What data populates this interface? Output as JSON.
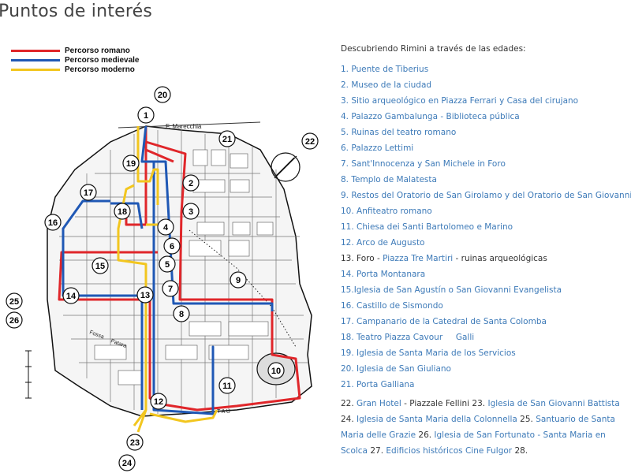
{
  "page": {
    "title": "Puntos de interés"
  },
  "legend": {
    "items": [
      {
        "label": "Percorso romano",
        "color": "#e0262a"
      },
      {
        "label": "Percorso medievale",
        "color": "#1f58b5"
      },
      {
        "label": "Percorso moderno",
        "color": "#f2c61f"
      }
    ]
  },
  "map": {
    "river_label": "F. Marecchia",
    "moat_label_1": "Fossa",
    "moat_label_2": "Patara",
    "bottom_label": "T A U",
    "markers": [
      "1",
      "2",
      "3",
      "4",
      "5",
      "6",
      "7",
      "8",
      "9",
      "10",
      "11",
      "12",
      "13",
      "14",
      "15",
      "16",
      "17",
      "18",
      "19",
      "20",
      "21",
      "22",
      "23",
      "24",
      "25",
      "26"
    ]
  },
  "intro": "Descubriendo Rimini a través de las edades:",
  "pois": [
    {
      "num": "1.",
      "label": "Puente de Tiberius"
    },
    {
      "num": "2.",
      "label": "Museo de la ciudad"
    },
    {
      "num": "3.",
      "label": "Sitio arqueológico en Piazza Ferrari y Casa del cirujano"
    },
    {
      "num": "4.",
      "label": "Palazzo Gambalunga - Biblioteca pública"
    },
    {
      "num": "5.",
      "label": "Ruinas del teatro romano"
    },
    {
      "num": "6.",
      "label": "Palazzo Lettimi"
    },
    {
      "num": "7.",
      "label": "Sant'Innocenza y San Michele in Foro"
    },
    {
      "num": "8.",
      "label": "Templo de Malatesta"
    },
    {
      "num": "9.",
      "label": "Restos del Oratorio de San Girolamo y del Oratorio de San Giovannino"
    },
    {
      "num": "10.",
      "label": " Anfiteatro romano"
    },
    {
      "num": "11.",
      "label": "Chiesa dei Santi Bartolomeo e Marino"
    },
    {
      "num": "12.",
      "label": "Arco de Augusto"
    },
    {
      "num": "13. Foro - ",
      "label": "Piazza Tre Martiri",
      "after": " - ruinas arqueológicas"
    },
    {
      "num": "14.",
      "label": "Porta Montanara"
    },
    {
      "num": "15.",
      "label": "Iglesia de San Agustín o San Giovanni Evangelista"
    },
    {
      "num": "16.",
      "label": "Castillo de Sismondo"
    },
    {
      "num": "17.",
      "label": "Campanario de la Catedral de Santa Colomba"
    },
    {
      "num": "18.",
      "label": "Teatro Piazza Cavour     Galli"
    },
    {
      "num": "19.",
      "label": "Iglesia de Santa Maria de los Servicios"
    },
    {
      "num": "20.",
      "label": "Iglesia de San Giuliano"
    },
    {
      "num": "21.",
      "label": "Porta Galliana"
    }
  ],
  "tail": {
    "p22_num": "22. ",
    "p22_link": "Gran Hotel",
    "p22_text": " - Piazzale Fellini 23. ",
    "p23_link": "Iglesia de San Giovanni Battista",
    "p24_num": " 24. ",
    "p24_link": "Iglesia de Santa Maria della Colonnella",
    "p25_num": " 25. ",
    "p25_link": "Santuario de Santa Maria delle Grazie",
    "p26_num": " 26. ",
    "p26_link": "Iglesia de San Fortunato - Santa Maria en Scolca",
    "p27_num": " 27. ",
    "p27_link": "Edificios históricos  Cine Fulgor",
    "p28_num": " 28."
  }
}
